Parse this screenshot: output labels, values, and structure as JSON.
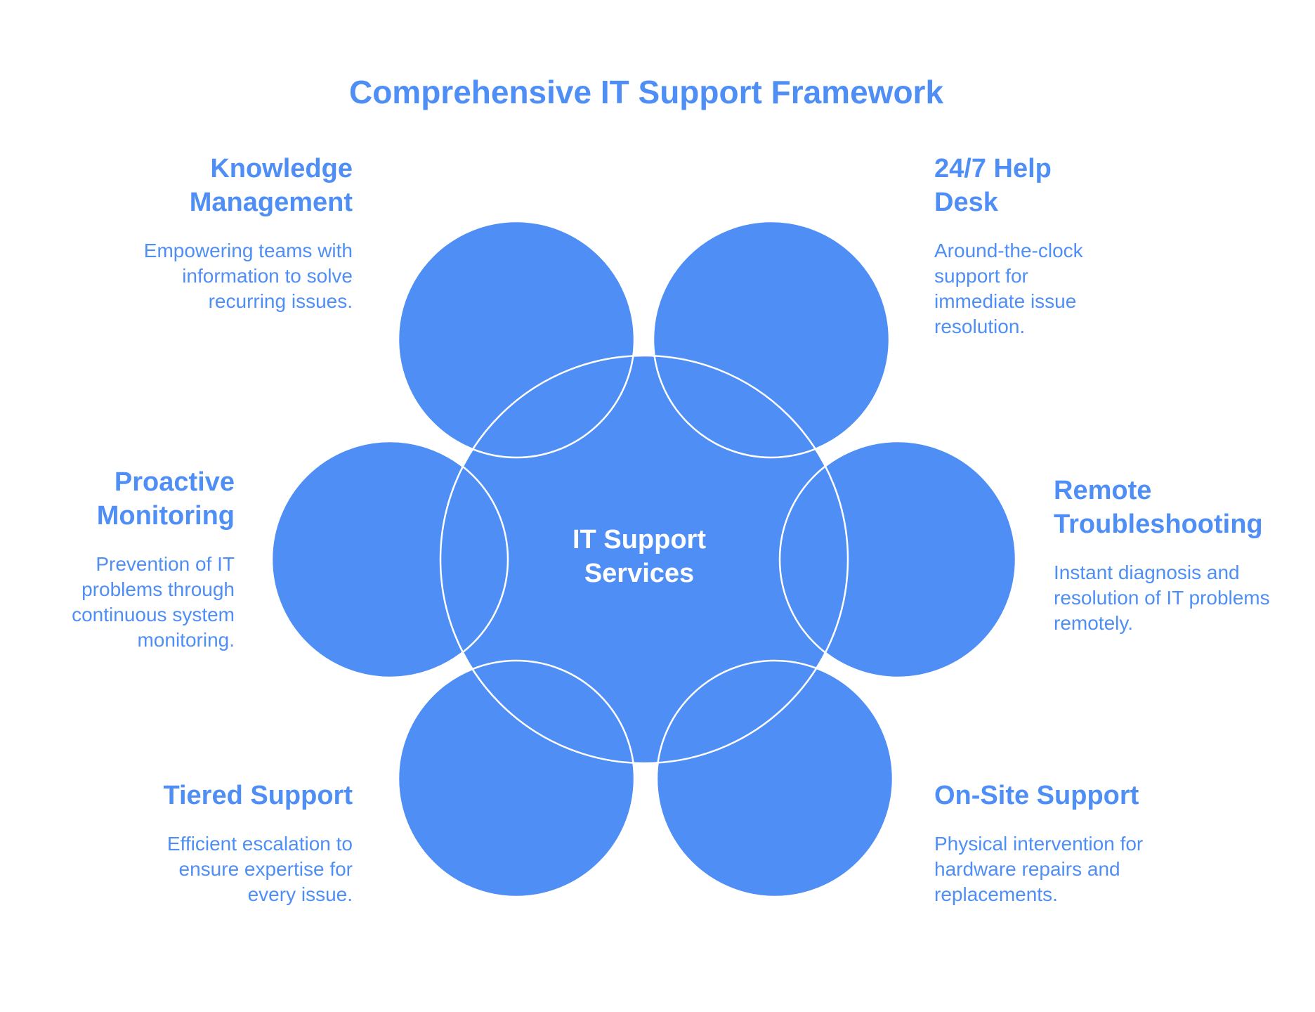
{
  "title": "Comprehensive IT Support Framework",
  "center": {
    "label": "IT Support Services"
  },
  "colors": {
    "accent": "#4f8ff5",
    "outline": "#ffffff",
    "background": "#ffffff"
  },
  "nodes": [
    {
      "title": "Knowledge Management",
      "description": "Empowering teams with information to solve recurring issues."
    },
    {
      "title": "24/7 Help Desk",
      "description": "Around-the-clock support for immediate issue resolution."
    },
    {
      "title": "Proactive Monitoring",
      "description": "Prevention of IT problems through continuous system monitoring."
    },
    {
      "title": "Remote Troubleshooting",
      "description": "Instant diagnosis and resolution of IT problems remotely."
    },
    {
      "title": "Tiered Support",
      "description": "Efficient escalation to ensure expertise for every issue."
    },
    {
      "title": "On-Site Support",
      "description": "Physical intervention for hardware repairs and replacements."
    }
  ]
}
